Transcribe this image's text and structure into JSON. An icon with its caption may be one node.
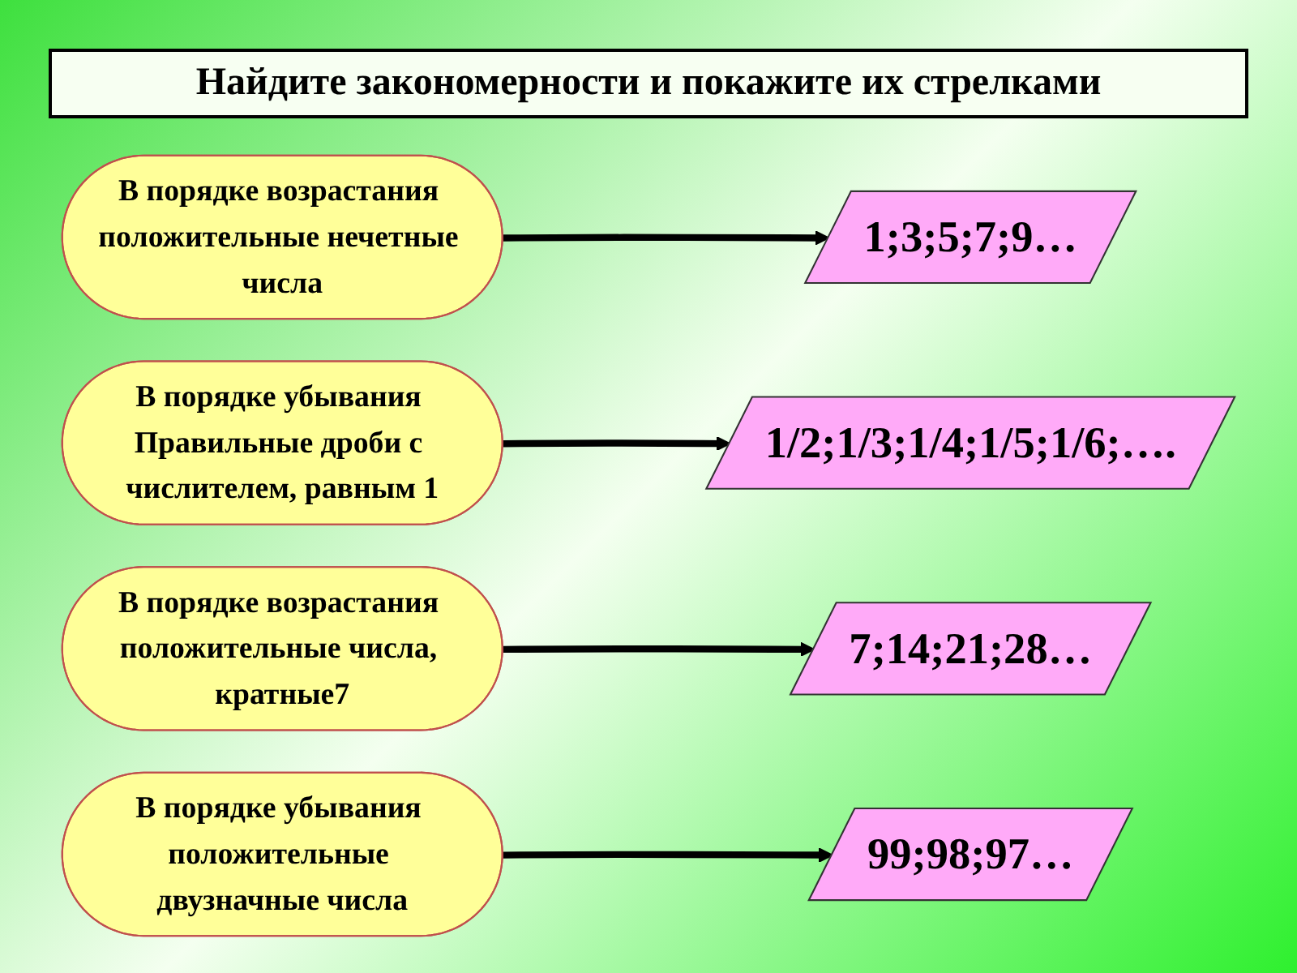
{
  "diagram": {
    "title": "Найдите закономерности и покажите их стрелками",
    "nodes": [
      {
        "text": [
          "В порядке возрастания положительные нечетные числа"
        ]
      },
      {
        "text": [
          "В порядке убывания Правильные дроби с числителем, равным 1"
        ]
      },
      {
        "text": [
          "В порядке возрастания положительные числа, кратные7"
        ]
      },
      {
        "text": [
          "В порядке убывания положительные двузначные числа"
        ]
      },
      {
        "text": [
          "7;14;21;28…"
        ]
      },
      {
        "text": [
          "99;98;97…"
        ]
      },
      {
        "text": [
          "1;3;5;7;9…"
        ]
      },
      {
        "text": [
          "1/2;1/3;1/4;1/5;1/6;…."
        ]
      }
    ],
    "edges": [
      {
        "from": 0,
        "to": 6,
        "arrow": "to"
      },
      {
        "from": 1,
        "to": 7,
        "arrow": "to"
      },
      {
        "from": 2,
        "to": 4,
        "arrow": "to"
      },
      {
        "from": 3,
        "to": 5,
        "arrow": "to"
      }
    ]
  }
}
